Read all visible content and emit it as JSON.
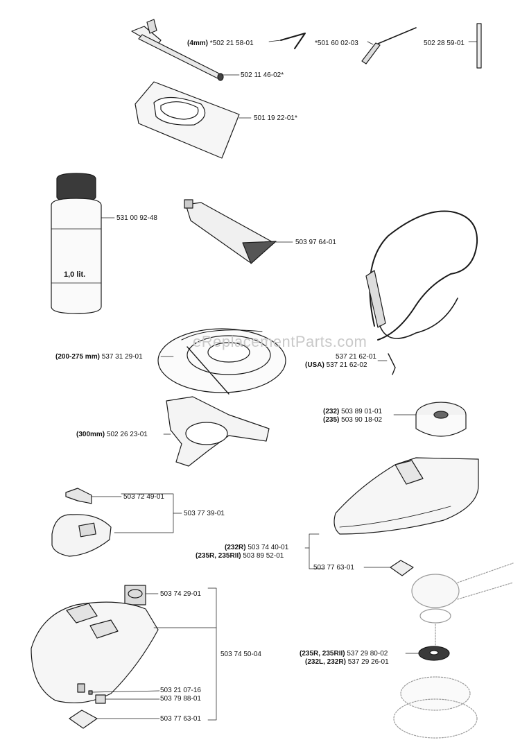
{
  "watermark": "eReplacementParts.com",
  "bottle_label": "1,0 lit.",
  "labels": {
    "tool_4mm_prefix": "(4mm)",
    "tool_4mm": "*502 21 58-01",
    "screwdriver": "*501 60 02-03",
    "pin": "502 28 59-01",
    "combination_wrench": "502 11 46-02*",
    "tool_bag": "501 19 22-01*",
    "oil_bottle": "531 00 92-48",
    "grease_tube": "503 97 64-01",
    "harness": "537 21 62-01",
    "harness_usa_prefix": "(USA)",
    "harness_usa": "537 21 62-02",
    "trimmer_head_prefix": "(200-275 mm)",
    "trimmer_head": "537 31 29-01",
    "blade_guard_300_prefix": "(300mm)",
    "blade_guard_300": "502 26 23-01",
    "spool_232_prefix": "(232)",
    "spool_232": "503 89 01-01",
    "spool_235_prefix": "(235)",
    "spool_235": "503 90 18-02",
    "bracket": "503 72 49-01",
    "guard_assembly": "503 77 39-01",
    "shield_232r_prefix": "(232R)",
    "shield_232r": "503 74 40-01",
    "shield_235r_prefix": "(235R, 235RII)",
    "shield_235r": "503 89 52-01",
    "plate_right": "503 77 63-01",
    "decal": "503 74 29-01",
    "large_guard": "503 74 50-04",
    "screw": "503 21 07-16",
    "clamp": "503 79 88-01",
    "plate_bottom": "503 77 63-01",
    "washer_235r_prefix": "(235R, 235RII)",
    "washer_235r": "537 29 80-02",
    "washer_232l_prefix": "(232L, 232R)",
    "washer_232l": "537 29 26-01"
  }
}
